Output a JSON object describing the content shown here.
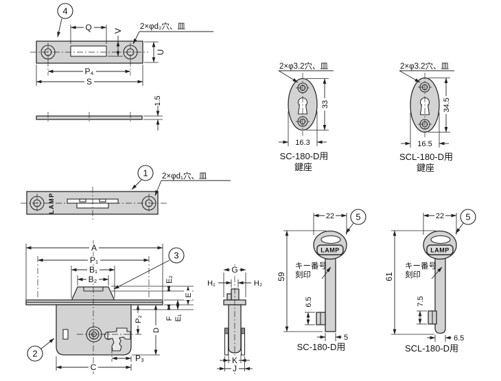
{
  "drawing": {
    "callouts": {
      "c1": "1",
      "c2": "2",
      "c3": "3",
      "c4": "4",
      "c5": "5"
    },
    "strike_plate": {
      "hole_note": "2×φd₂穴、皿",
      "dim_q": "Q",
      "dim_v": "V",
      "dim_u": "U",
      "dim_p4": "P₄",
      "dim_s": "S",
      "thickness": "1.5"
    },
    "latch_plate": {
      "hole_note": "2×φd₁穴、皿",
      "brand": "LAMP"
    },
    "lock_body": {
      "dim_a": "A",
      "dim_p1": "P₁",
      "dim_b1": "B₁",
      "dim_b2": "B₂",
      "dim_e2": "E₂",
      "dim_e": "E",
      "dim_e1": "E₁",
      "dim_f": "F",
      "dim_p2": "P₂",
      "dim_d": "D",
      "dim_p3": "P₃",
      "dim_c": "C"
    },
    "lock_side": {
      "dim_g": "G",
      "dim_h1": "H₁",
      "dim_h2": "H₂",
      "dim_k": "K",
      "dim_j": "J"
    },
    "escutcheon_sc": {
      "hole_note": "2×φ3.2穴、皿",
      "height": "33",
      "width": "16.3",
      "name": "SC-180-D用",
      "sub": "鍵座"
    },
    "escutcheon_scl": {
      "hole_note": "2×φ3.2穴、皿",
      "height": "34.5",
      "width": "16.5",
      "name": "SCL-180-D用",
      "sub": "鍵座"
    },
    "key_sc": {
      "width": "22",
      "length": "59",
      "bit_height": "6.5",
      "bit_width": "5",
      "brand": "LAMP",
      "engrave_line1": "キー番号",
      "engrave_line2": "刻印",
      "name": "SC-180-D用"
    },
    "key_scl": {
      "width": "22",
      "length": "61",
      "bit_height": "7.5",
      "bit_width": "6.5",
      "brand": "LAMP",
      "engrave_line1": "キー番号",
      "engrave_line2": "刻印",
      "name": "SCL-180-D用"
    }
  },
  "colors": {
    "line": "#2b2b2b",
    "metal_fill": "#d3d3d3",
    "background": "#ffffff"
  }
}
